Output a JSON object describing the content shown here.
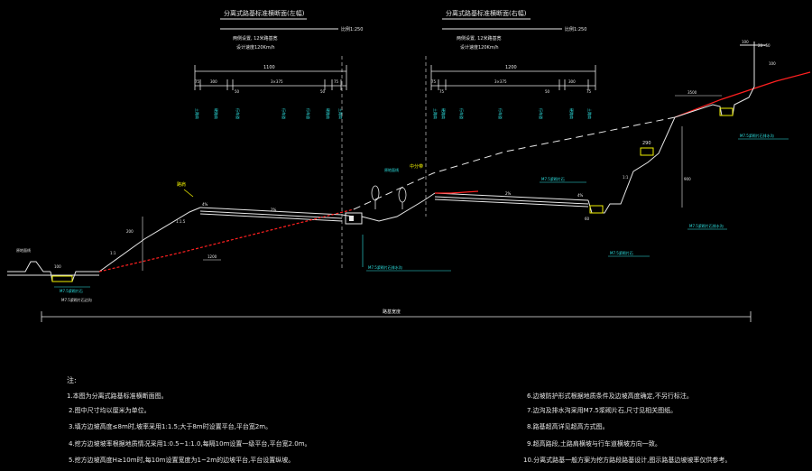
{
  "left_section": {
    "title": "分离式路基标准横断面(左幅)",
    "scale": "比例1:250",
    "sub1": "两侧设置, 12米路基宽",
    "sub2": "设计速度120Km/h",
    "dim_total": "1100",
    "dims": [
      "75",
      "300",
      "50",
      "3×375",
      "50",
      "75"
    ],
    "lane_labels": [
      "土路肩",
      "硬路肩",
      "行车道",
      "行车道",
      "行车道",
      "硬路肩",
      "土路肩"
    ]
  },
  "right_section": {
    "title": "分离式路基标准横断面(右幅)",
    "scale": "比例1:250",
    "sub1": "两侧设置, 12米路基宽",
    "sub2": "设计速度120Km/h",
    "dim_total": "1200",
    "dims": [
      "75",
      "75",
      "3×375",
      "50",
      "300",
      "75"
    ],
    "lane_labels": [
      "土路肩",
      "硬路肩",
      "行车道",
      "行车道",
      "行车道",
      "硬路肩",
      "土路肩"
    ]
  },
  "annotations": {
    "slope_left": "1:1.5",
    "slope_mid": "1:1",
    "slope_right": "1:1",
    "cross_slope_l": "2%",
    "cross_slope_r": "2%",
    "edge_l": "4%",
    "edge_r": "4%",
    "dim_200": "200",
    "dim_100": "100",
    "dim_1200": "1200",
    "dim_290": "290",
    "dim_900": "900",
    "dim_100b": "100",
    "dim_3500": "3500",
    "dim_28": "28~50",
    "dim_60": "60",
    "dim_100c": "100",
    "ditch_l": "M7.5浆砌片石",
    "ditch_r": "M7.5浆砌片石",
    "pave_l": "M7.5浆砌片石边沟",
    "pave_r": "M7.5浆砌片石排水沟",
    "road_left": "原地面线",
    "width_total": "路基宽度",
    "mark_l": "路肩",
    "mark_r": "中分带",
    "mark_tr": "原地面线"
  },
  "notes": {
    "heading": "注:",
    "items": [
      "1.本图为分离式路基标准横断面图。",
      "2.图中尺寸均以厘米为单位。",
      "3.填方边坡高度≤8m时,坡率采用1:1.5;大于8m时设置平台,平台宽2m。",
      "4.挖方边坡坡率根据地质情况采用1:0.5~1:1.0,每隔10m设置一级平台,平台宽2.0m。",
      "5.挖方边坡高度H≥10m时,每10m设置宽度为1~2m的边坡平台,平台设置纵坡。",
      "6.边坡防护形式根据地质条件及边坡高度确定,不另行标注。",
      "7.边沟及排水沟采用M7.5浆砌片石,尺寸见相关图纸。",
      "8.路基超高详见超高方式图。",
      "9.超高路段,土路肩横坡与行车道横坡方向一致。",
      "10.分离式路基一般方案为挖方路段路基设计,图示路基边坡坡率仅供参考。"
    ]
  },
  "colors": {
    "background": "#000000",
    "line": "#e8e8e8",
    "cyan": "#2ee6e6",
    "yellow": "#f0f000",
    "green": "#2ee62e",
    "magenta": "#e62ee6",
    "red": "#ff2020"
  }
}
